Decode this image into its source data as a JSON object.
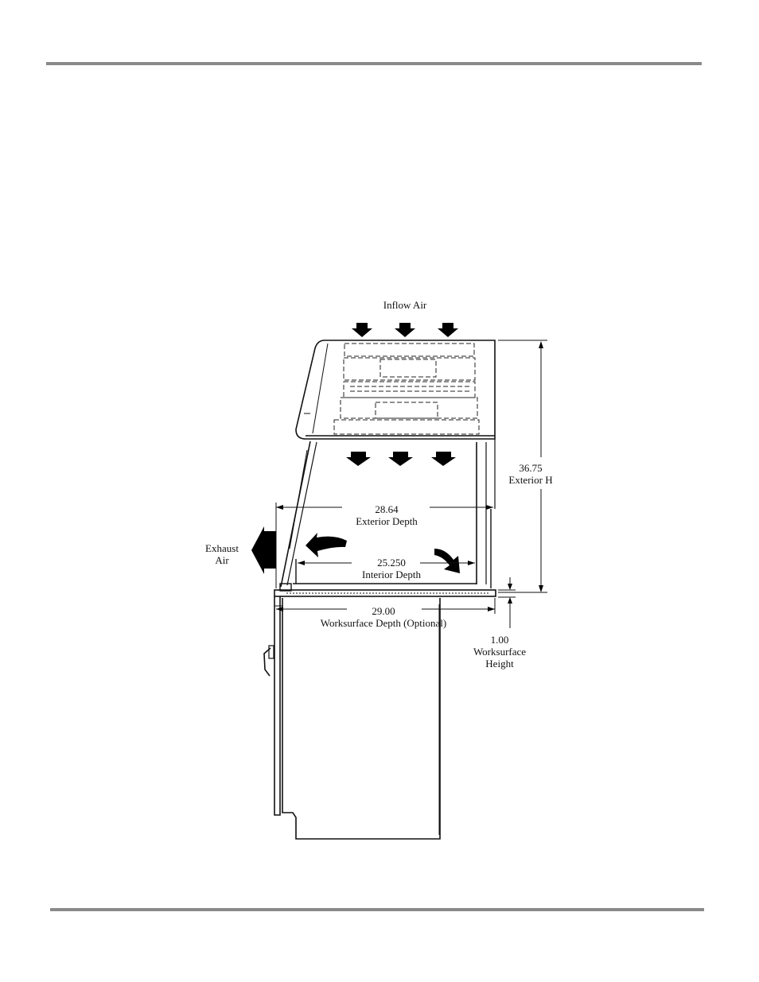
{
  "figure": {
    "labels": {
      "inflow": "Inflow Air",
      "exhaust_line1": "Exhaust",
      "exhaust_line2": "Air",
      "ext_height_value": "36.75",
      "ext_height_label": "Exterior H",
      "ext_depth_value": "28.64",
      "ext_depth_label": "Exterior Depth",
      "int_depth_value": "25.250",
      "int_depth_label": "Interior Depth",
      "ws_depth_value": "29.00",
      "ws_depth_label": "Worksurface Depth (Optional)",
      "ws_height_value": "1.00",
      "ws_height_label1": "Worksurface",
      "ws_height_label2": "Height"
    },
    "colors": {
      "rule": "#8a8a8a",
      "line": "#111111",
      "arrow": "#000000"
    }
  }
}
